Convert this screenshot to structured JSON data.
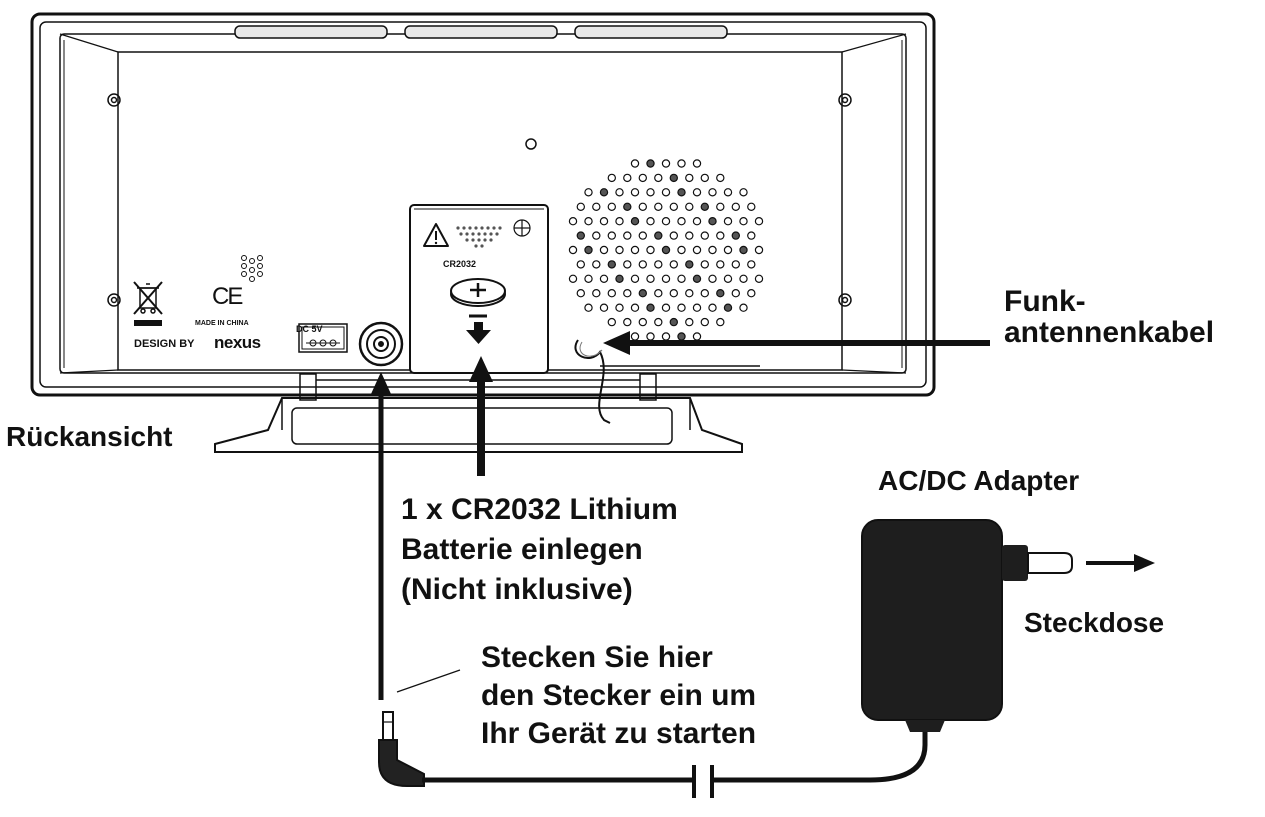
{
  "device": {
    "view_label": "Rückansicht",
    "battery_type": "CR2032",
    "dc_label": "DC 5V",
    "made_in": "MADE IN CHINA",
    "design_by": "DESIGN BY",
    "brand": "nexus",
    "ce_mark": "CE"
  },
  "callouts": {
    "antenna_line1": "Funk-",
    "antenna_line2": "antennenkabel",
    "battery_line1": "1 x CR2032 Lithium",
    "battery_line2": "Batterie einlegen",
    "battery_line3": "(Nicht inklusive)",
    "plug_line1": "Stecken Sie hier",
    "plug_line2": "den Stecker ein um",
    "plug_line3": "Ihr Gerät zu starten",
    "adapter_title": "AC/DC Adapter",
    "outlet_label": "Steckdose"
  },
  "icons": [
    "weee-bin-icon",
    "ce-mark-icon",
    "warning-icon",
    "battery-icon",
    "speaker-grille-icon",
    "dc-jack-icon",
    "power-adapter-icon",
    "barrel-plug-icon"
  ],
  "colors": {
    "ink": "#111111",
    "background": "#ffffff",
    "adapter": "#1e1e1e"
  }
}
